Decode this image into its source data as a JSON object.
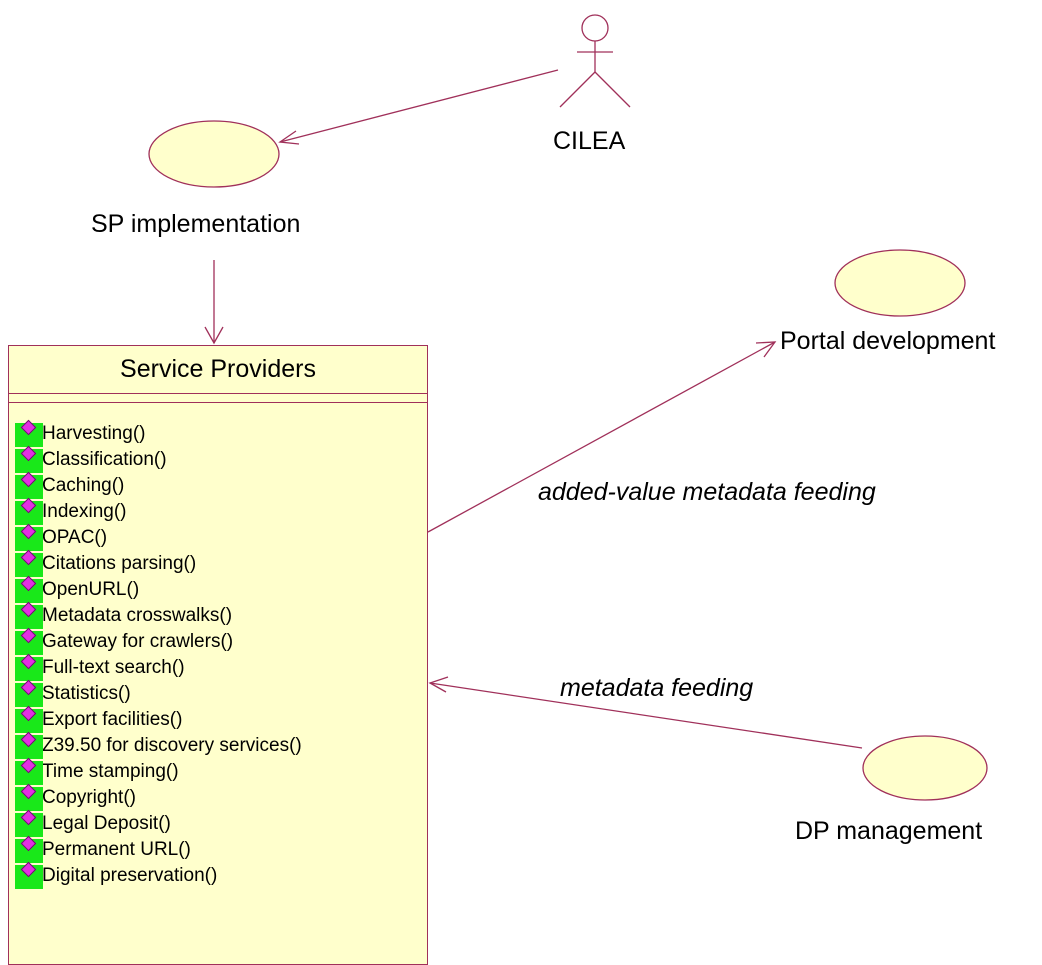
{
  "actors": {
    "cilea": {
      "name": "CILEA"
    }
  },
  "use_cases": {
    "sp_implementation": "SP implementation",
    "portal_development": "Portal development",
    "dp_management": "DP management"
  },
  "class": {
    "name": "Service Providers",
    "operations": [
      "Harvesting()",
      "Classification()",
      "Caching()",
      "Indexing()",
      "OPAC()",
      "Citations parsing()",
      "OpenURL()",
      "Metadata crosswalks()",
      "Gateway for crawlers()",
      "Full-text search()",
      "Statistics()",
      "Export facilities()",
      "Z39.50 for discovery services()",
      "Time stamping()",
      "Copyright()",
      "Legal Deposit()",
      "Permanent URL()",
      "Digital preservation()"
    ]
  },
  "associations": {
    "added_value": "added-value metadata feeding",
    "metadata_feeding": "metadata feeding"
  },
  "colors": {
    "line": "#a0305a",
    "use_case_fill": "#ffffcc",
    "class_fill": "#ffffcc",
    "operation_marker": "#19e819",
    "operation_diamond": "#e22fe2"
  }
}
